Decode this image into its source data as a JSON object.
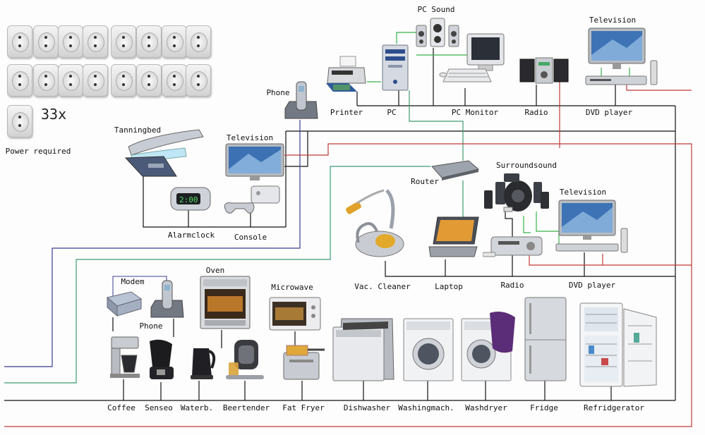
{
  "power": {
    "socket_count": "33x",
    "label": "Power required"
  },
  "devices": {
    "pc_sound": "PC Sound",
    "television_top": "Television",
    "phone_top": "Phone",
    "printer": "Printer",
    "pc": "PC",
    "pc_monitor": "PC Monitor",
    "radio_top": "Radio",
    "dvd_player_top": "DVD player",
    "tanningbed": "Tanningbed",
    "television_mid": "Television",
    "alarmclock": "Alarmclock",
    "console": "Console",
    "router": "Router",
    "surroundsound": "Surroundsound",
    "television_right": "Television",
    "vac_cleaner": "Vac. Cleaner",
    "laptop": "Laptop",
    "radio_mid": "Radio",
    "dvd_player_mid": "DVD player",
    "modem": "Modem",
    "phone_bottom": "Phone",
    "oven": "Oven",
    "microwave": "Microwave",
    "coffee": "Coffee",
    "senseo": "Senseo",
    "waterb": "Waterb.",
    "beertender": "Beertender",
    "fat_fryer": "Fat Fryer",
    "dishwasher": "Dishwasher",
    "washingmach": "Washingmach.",
    "washdryer": "Washdryer",
    "fridge": "Fridge",
    "refridgerator": "Refridgerator"
  },
  "wire_colors": {
    "power": "#111111",
    "phone": "#3a3d8f",
    "network": "#3f9a72",
    "av": "#c43a3a",
    "pc": "#38b24a"
  }
}
